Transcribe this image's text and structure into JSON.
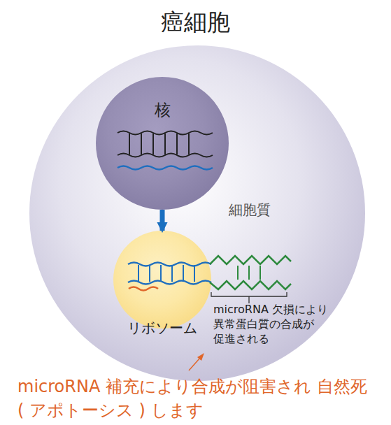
{
  "diagram": {
    "title": "癌細胞",
    "nodes": [
      {
        "text": [
          "細胞質"
        ]
      },
      {
        "text": [
          "核"
        ],
        "in": 0
      },
      {
        "text": [
          "リボソーム"
        ],
        "in": 0
      }
    ],
    "edges": [
      {
        "from": 1,
        "to": 2,
        "arrow": "to"
      }
    ],
    "labels": [
      "microRNA 欠損により 異常蛋白質の合成が 促進される",
      "microRNA 補充により合成が阻害され 自然死 ( アポトーシス ) します"
    ]
  }
}
